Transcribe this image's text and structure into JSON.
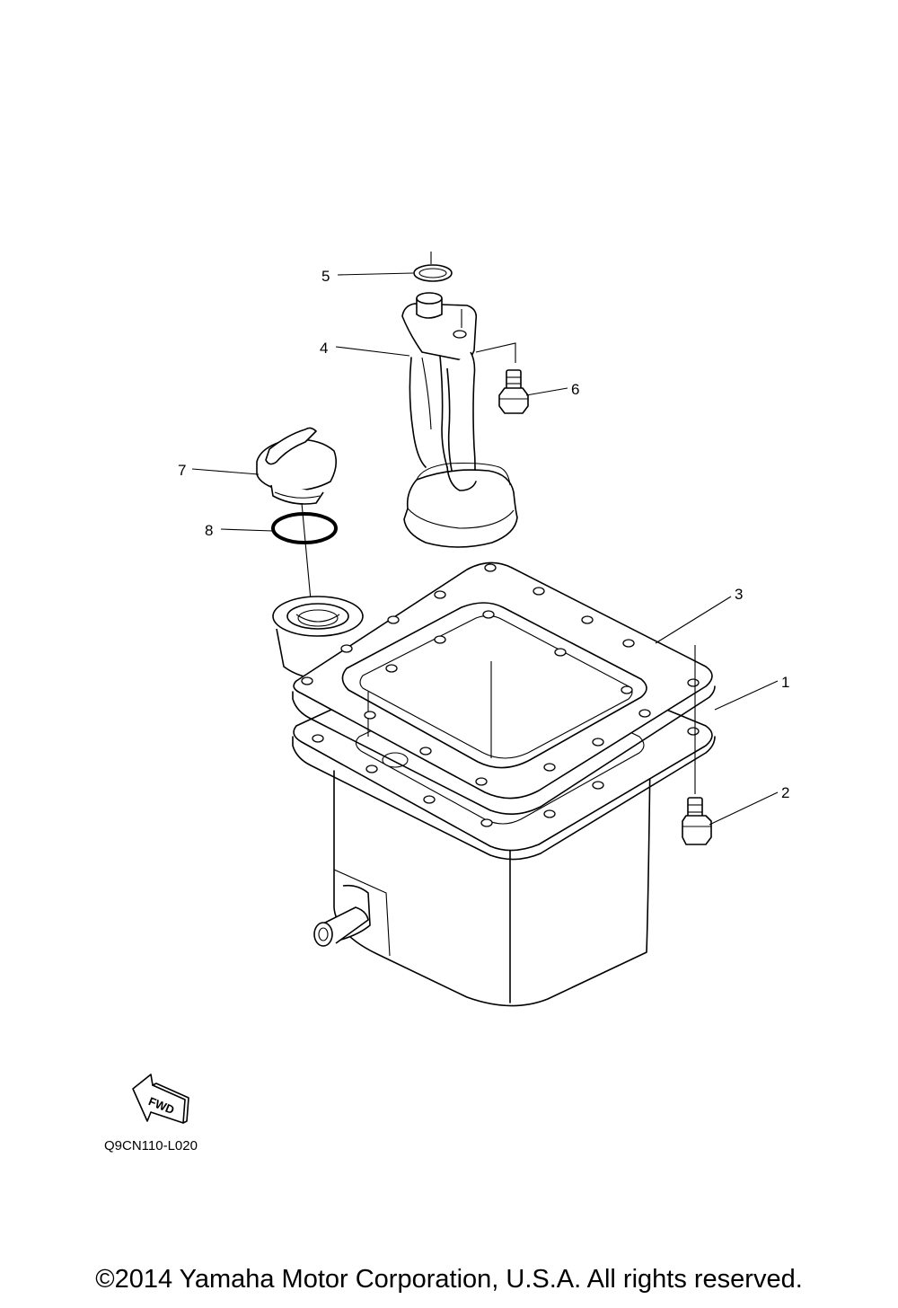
{
  "diagram": {
    "parts": [
      {
        "number": "1",
        "part": "oil tank"
      },
      {
        "number": "2",
        "part": "bolt"
      },
      {
        "number": "3",
        "part": "gasket"
      },
      {
        "number": "4",
        "part": "oil pump / strainer pipe"
      },
      {
        "number": "5",
        "part": "o-ring"
      },
      {
        "number": "6",
        "part": "bolt"
      },
      {
        "number": "7",
        "part": "filler cap"
      },
      {
        "number": "8",
        "part": "o-ring"
      }
    ],
    "fwd_label": "FWD",
    "drawing_code": "Q9CN110-L020"
  },
  "copyright": "©2014 Yamaha Motor Corporation, U.S.A. All rights reserved."
}
